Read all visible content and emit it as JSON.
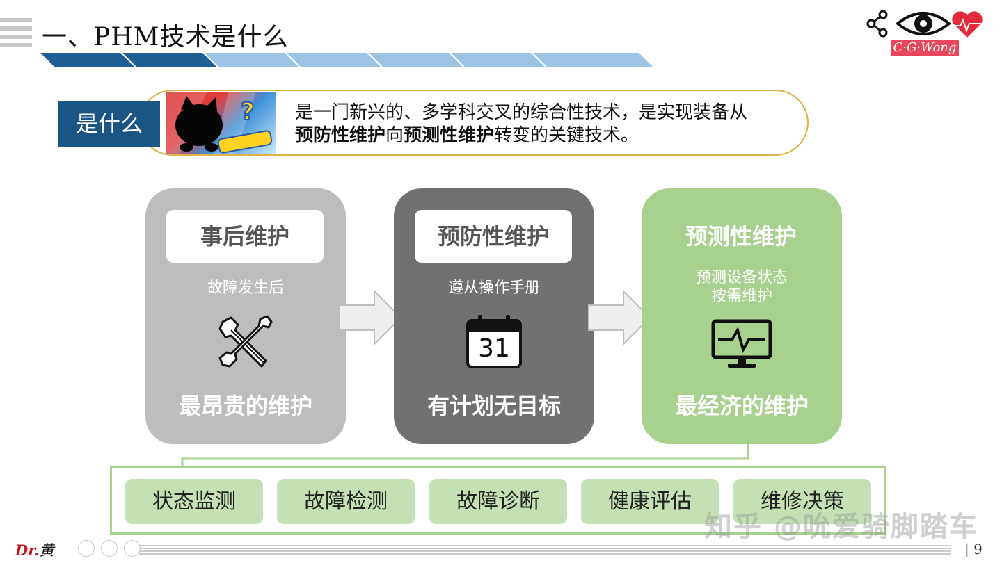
{
  "header": {
    "title": "一、PHM技术是什么"
  },
  "logo": {
    "name": "C·G·Wong",
    "icons": [
      "share-icon",
      "eye-icon",
      "heart-pulse-icon"
    ]
  },
  "what_is": {
    "tag": "是什么",
    "image_icon": "pokemon-silhouette",
    "desc_line1": "是一门新兴的、多学科交叉的综合性技术，是实现装备从",
    "desc_bold1": "预防性维护",
    "desc_mid": "向",
    "desc_bold2": "预测性维护",
    "desc_end": "转变的关键技术。"
  },
  "cards": [
    {
      "title": "事后维护",
      "subtitle": "故障发生后",
      "icon": "tools-icon",
      "bottom": "最昂贵的维护"
    },
    {
      "title": "预防性维护",
      "subtitle": "遵从操作手册",
      "icon": "calendar-icon",
      "calendar_day": "31",
      "bottom": "有计划无目标"
    },
    {
      "title": "预测性维护",
      "subtitle_line1": "预测设备状态",
      "subtitle_line2": "按需维护",
      "icon": "monitor-pulse-icon",
      "bottom": "最经济的维护"
    }
  ],
  "capabilities": [
    "状态监测",
    "故障检测",
    "故障诊断",
    "健康评估",
    "维修决策"
  ],
  "watermark": "知乎 @吮爱骑脚踏车",
  "footer": {
    "brand_prefix": "Dr.",
    "brand_name": "黄",
    "page": "| 9"
  },
  "colors": {
    "navy": "#1b5584",
    "stripe_dark": "#1f5f94",
    "stripe_light": "#9ec4e4",
    "card_gray_light": "#bdbdbd",
    "card_gray_dark": "#717171",
    "card_green": "#a9d18e",
    "chip_green": "#c5e0b4",
    "gold": "#e2b24a",
    "logo_red": "#e8465a"
  }
}
